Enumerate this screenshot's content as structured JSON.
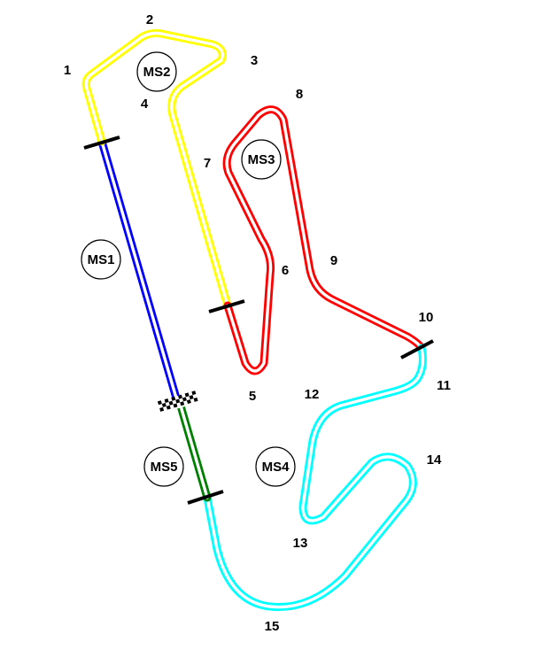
{
  "colors": {
    "ms1": "#0000ff",
    "ms2": "#ffff00",
    "ms3": "#ff0000",
    "ms4": "#00ffff",
    "ms5": "#008000",
    "marker": "#000000",
    "background": "#ffffff"
  },
  "corners": [
    "1",
    "2",
    "3",
    "4",
    "5",
    "6",
    "7",
    "8",
    "9",
    "10",
    "11",
    "12",
    "13",
    "14",
    "15"
  ],
  "sectors": [
    "MS1",
    "MS2",
    "MS3",
    "MS4",
    "MS5"
  ]
}
